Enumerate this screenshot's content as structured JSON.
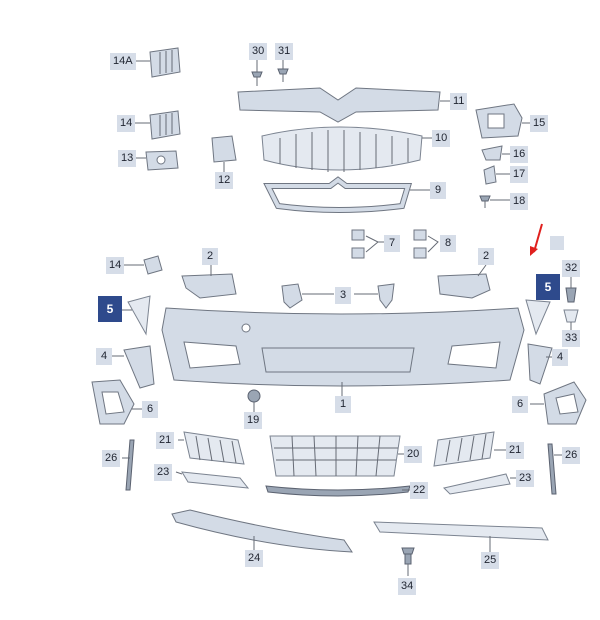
{
  "diagram": {
    "callouts": [
      "14A",
      "30",
      "31",
      "11",
      "14",
      "10",
      "15",
      "13",
      "12",
      "16",
      "17",
      "9",
      "18",
      "14",
      "2",
      "7",
      "8",
      "2",
      "32",
      "3",
      "5",
      "5",
      "33",
      "4",
      "4",
      "6",
      "6",
      "1",
      "19",
      "21",
      "20",
      "21",
      "26",
      "26",
      "23",
      "22",
      "23",
      "24",
      "25",
      "34"
    ],
    "highlight_color": "#2e4a8c",
    "arrow_color": "#e0201e",
    "label_bg_color": "#d6dde8"
  }
}
